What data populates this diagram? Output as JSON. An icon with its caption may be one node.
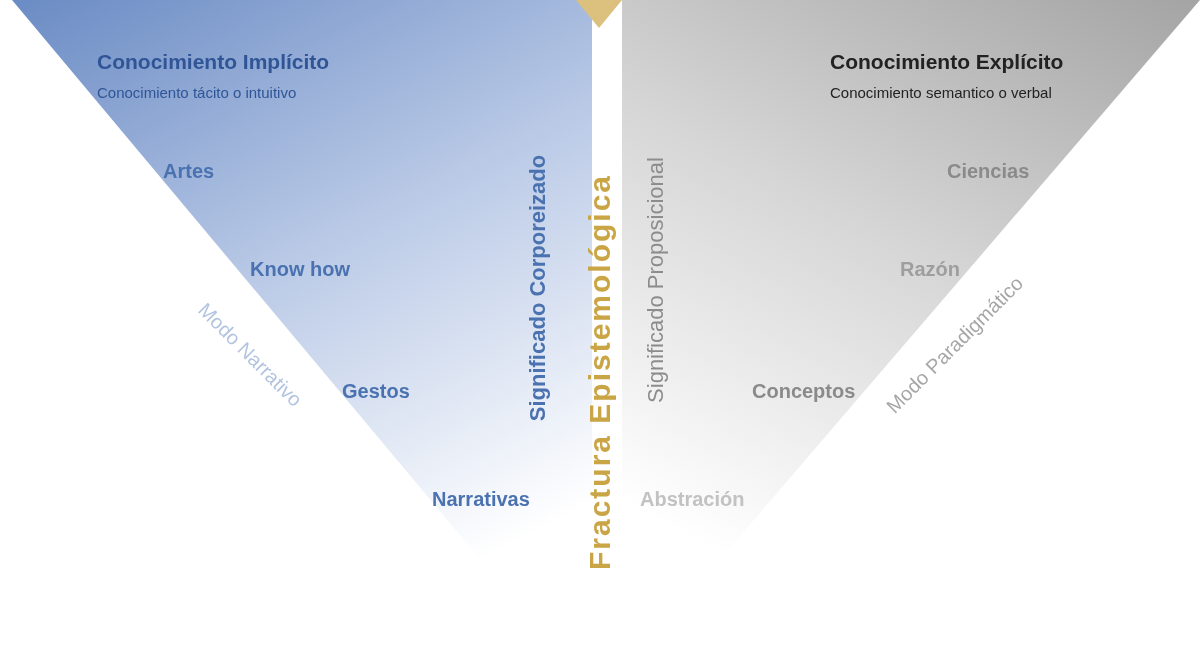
{
  "diagram": {
    "nodes": [
      {
        "text": [
          "Conocimiento Implícito",
          "Conocimiento tácito o intuitivo",
          "Artes",
          "Know how",
          "Gestos",
          "Narrativas",
          "Significado Corporeizado",
          "Modo Narrativo"
        ]
      },
      {
        "text": [],
        "shape": "triangle"
      },
      {
        "text": [
          "Conocimiento Explícito",
          "Conocimiento semantico o verbal",
          "Ciencias",
          "Razón",
          "Conceptos",
          "Abstración",
          "Significado Proposicional",
          "Modo Paradigmático"
        ]
      }
    ],
    "edges": [],
    "labels": [
      "Fractura Epistemológica"
    ]
  }
}
